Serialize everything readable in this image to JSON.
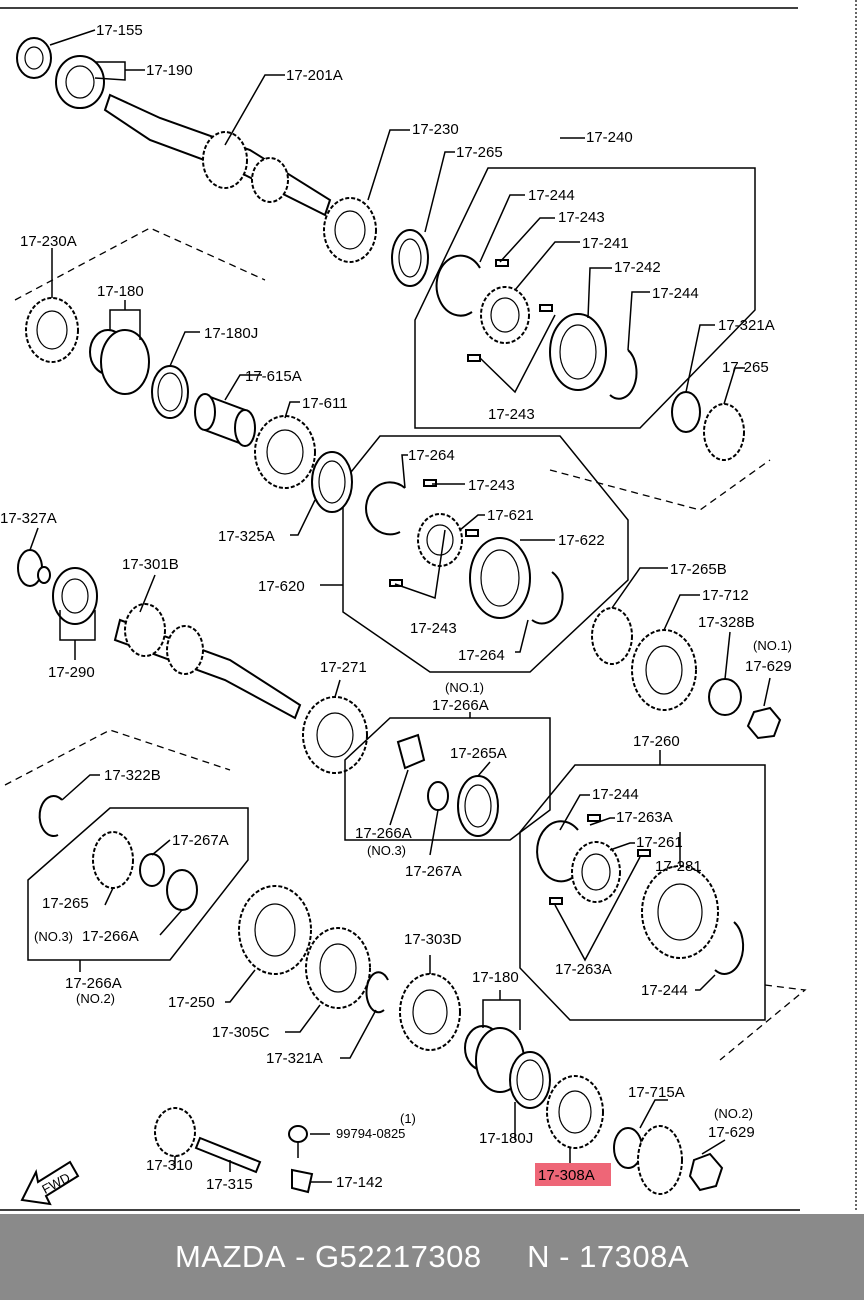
{
  "labels": {
    "l_17_155": "17-155",
    "l_17_190": "17-190",
    "l_17_201A": "17-201A",
    "l_17_230": "17-230",
    "l_17_265_a": "17-265",
    "l_17_240": "17-240",
    "l_17_244_a": "17-244",
    "l_17_243_a": "17-243",
    "l_17_241": "17-241",
    "l_17_242": "17-242",
    "l_17_244_b": "17-244",
    "l_17_243_b": "17-243",
    "l_17_230A": "17-230A",
    "l_17_180_a": "17-180",
    "l_17_180J_a": "17-180J",
    "l_17_615A": "17-615A",
    "l_17_611": "17-611",
    "l_17_321A_a": "17-321A",
    "l_17_265_b": "17-265",
    "l_17_264_a": "17-264",
    "l_17_243_c": "17-243",
    "l_17_621": "17-621",
    "l_17_622": "17-622",
    "l_17_325A": "17-325A",
    "l_17_620": "17-620",
    "l_17_243_d": "17-243",
    "l_17_264_b": "17-264",
    "l_17_327A": "17-327A",
    "l_17_301B": "17-301B",
    "l_17_290": "17-290",
    "l_17_265B": "17-265B",
    "l_17_712": "17-712",
    "l_17_328B": "17-328B",
    "l_no1_a": "(NO.1)",
    "l_17_629_a": "17-629",
    "l_17_271": "17-271",
    "l_no1_b": "(NO.1)",
    "l_17_266A_a": "17-266A",
    "l_17_265A": "17-265A",
    "l_17_266A_b": "17-266A",
    "l_no3_a": "(NO.3)",
    "l_17_267A_a": "17-267A",
    "l_17_322B": "17-322B",
    "l_17_267A_b": "17-267A",
    "l_17_265_c": "17-265",
    "l_no3_b": "(NO.3)",
    "l_17_266A_c": "17-266A",
    "l_17_266A_d": "17-266A",
    "l_no2_a": "(NO.2)",
    "l_17_260": "17-260",
    "l_17_244_c": "17-244",
    "l_17_263A_a": "17-263A",
    "l_17_261": "17-261",
    "l_17_281": "17-281",
    "l_17_263A_b": "17-263A",
    "l_17_244_d": "17-244",
    "l_17_250": "17-250",
    "l_17_305C": "17-305C",
    "l_17_303D": "17-303D",
    "l_17_321A_b": "17-321A",
    "l_17_180_b": "17-180",
    "l_17_180J_b": "17-180J",
    "l_17_715A": "17-715A",
    "l_no2_b": "(NO.2)",
    "l_17_629_b": "17-629",
    "l_1": "(1)",
    "l_99794": "99794-0825",
    "l_17_142": "17-142",
    "l_17_310": "17-310",
    "l_17_315": "17-315",
    "l_17_308A": "17-308A",
    "l_fwd": "FWD"
  },
  "highlight": {
    "part": "17-308A",
    "color": "#ee6677"
  },
  "footer": {
    "brand": "MAZDA",
    "sep1": " - ",
    "part_number": "G52217308",
    "gap": "     ",
    "n_prefix": "N - ",
    "n_code": "17308A"
  }
}
